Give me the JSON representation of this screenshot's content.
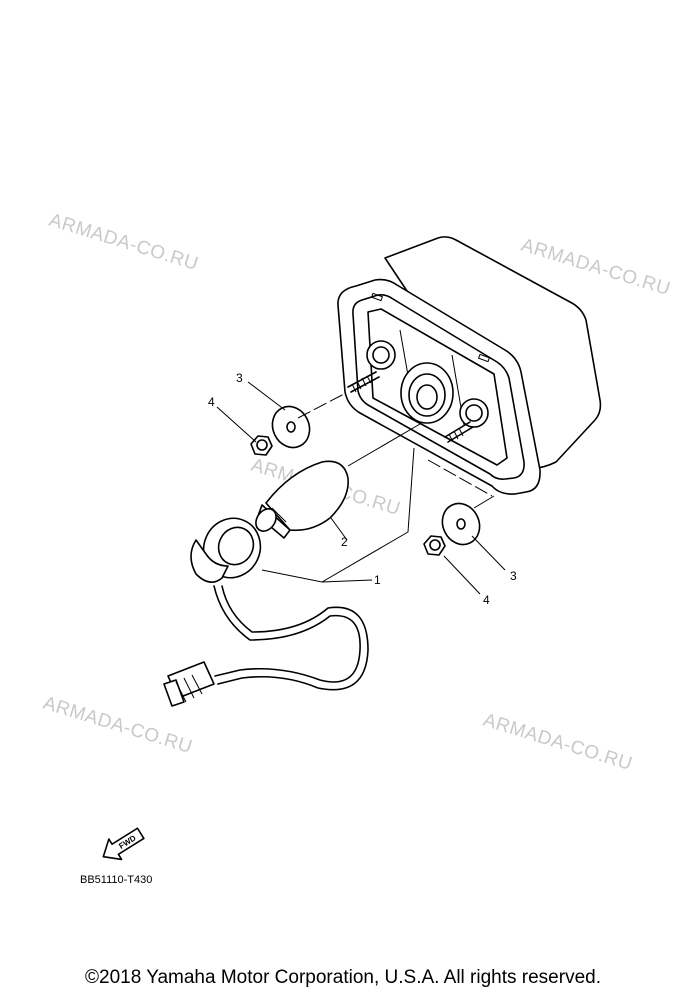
{
  "watermarks": [
    "ARMADA-CO.RU",
    "ARMADA-CO.RU",
    "ARMADA-CO.RU",
    "ARMADA-CO.RU",
    "ARMADA-CO.RU"
  ],
  "callouts": {
    "tail_light_assy": "1",
    "bulb": "2",
    "washer_left": "3",
    "washer_right": "3",
    "nut_left": "4",
    "nut_right": "4"
  },
  "fwd_label": "FWD",
  "diagram_code": "BB51110-T430",
  "copyright": "©2018 Yamaha Motor Corporation, U.S.A. All rights reserved."
}
